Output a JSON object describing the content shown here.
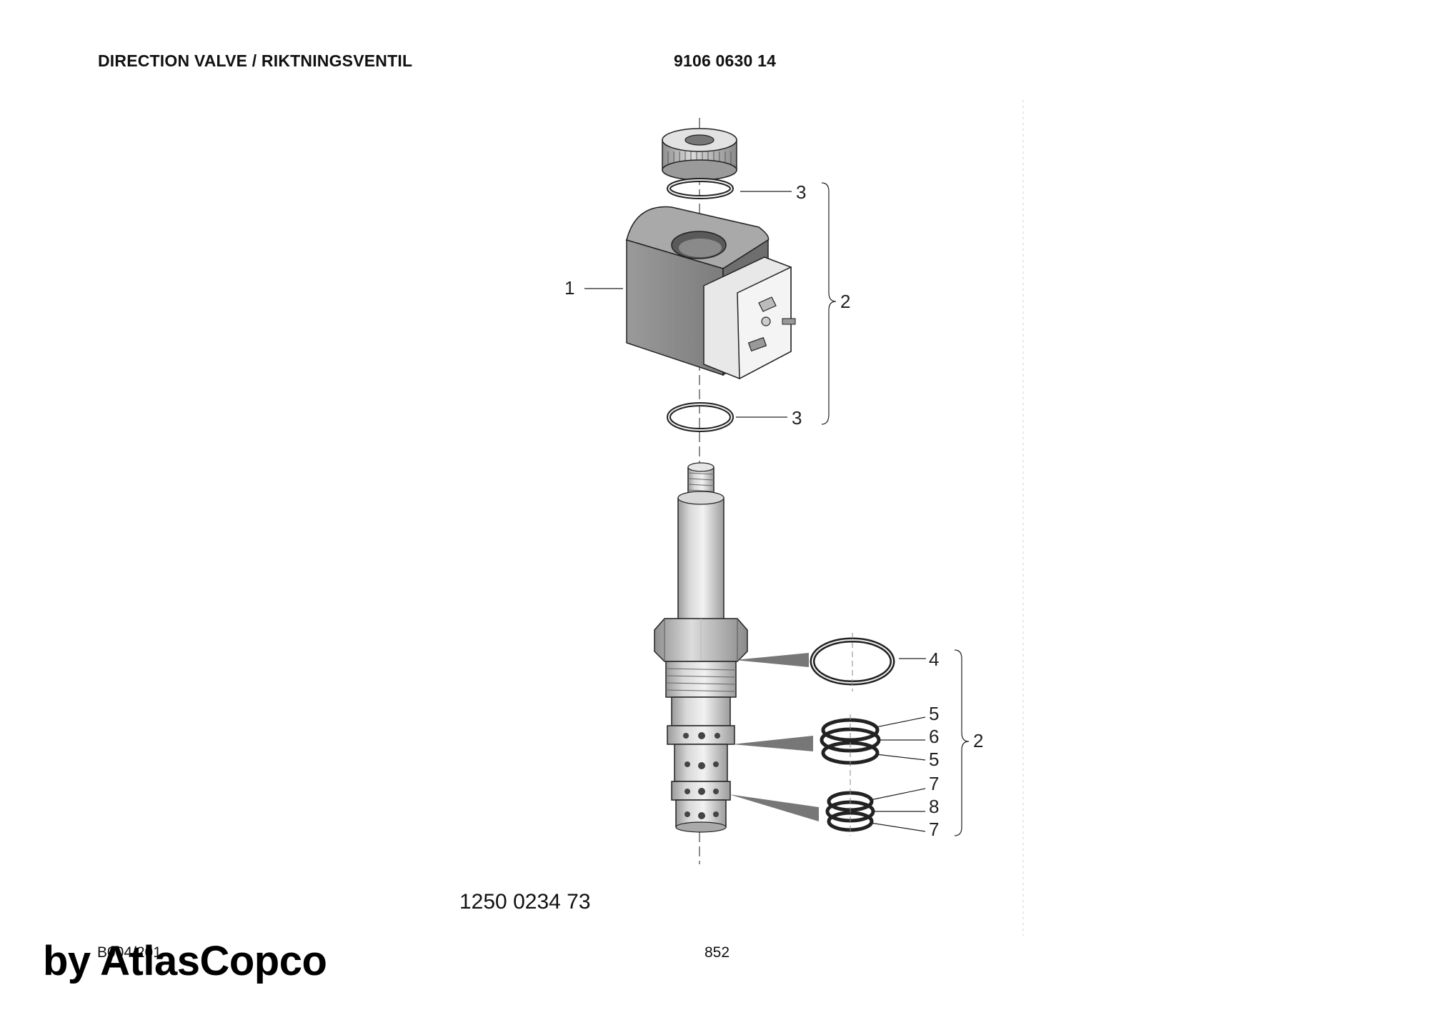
{
  "header": {
    "title": "DIRECTION VALVE / RIKTNINGSVENTIL",
    "part_number": "9106 0630 14"
  },
  "callouts": {
    "item1": "1",
    "item2_upper": "2",
    "item3_top": "3",
    "item3_bottom": "3",
    "item4": "4",
    "item5_top": "5",
    "item6": "6",
    "item5_bottom": "5",
    "item2_lower": "2",
    "item7_top": "7",
    "item8": "8",
    "item7_bottom": "7"
  },
  "footer": {
    "kit_number": "1250 0234 73",
    "drawing_code": "B004/201",
    "page_number": "852",
    "watermark": "by AtlasCopco"
  },
  "colors": {
    "coil_body": "#8c8c8c",
    "coil_shadow": "#5e5e5e",
    "metal_light": "#e8e8e8",
    "metal_mid": "#c9c9c9",
    "metal_dark": "#8a8a8a",
    "line": "#222222"
  }
}
